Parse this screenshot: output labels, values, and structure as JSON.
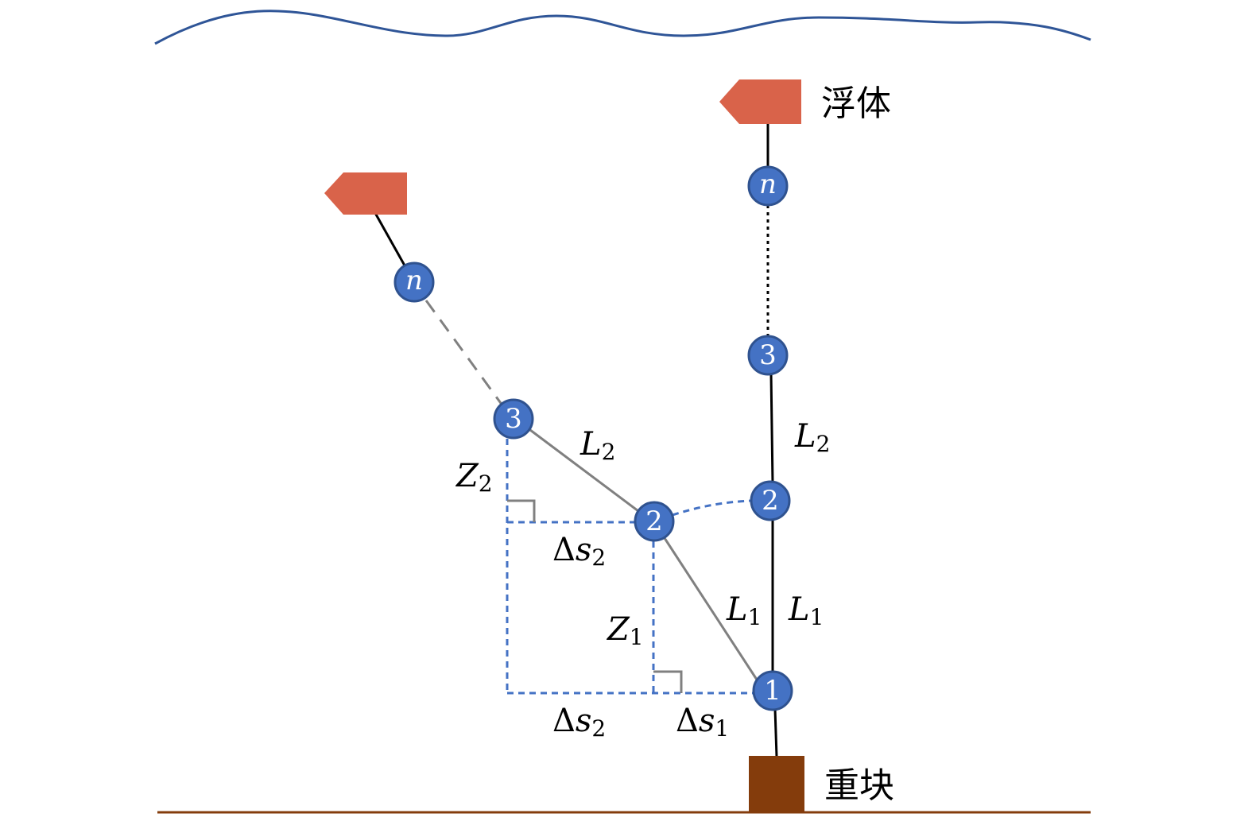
{
  "labels": {
    "float": "浮体",
    "weight": "重块"
  },
  "right_mooring": {
    "nodes": [
      "n",
      "3",
      "2",
      "1"
    ],
    "segments": [
      {
        "symbol": "L",
        "sub": "2"
      },
      {
        "symbol": "L",
        "sub": "1"
      }
    ]
  },
  "left_mooring": {
    "nodes": [
      "n",
      "3",
      "2"
    ],
    "segments": [
      {
        "symbol": "L",
        "sub": "2"
      },
      {
        "symbol": "L",
        "sub": "1"
      }
    ],
    "vertical": [
      {
        "symbol": "Z",
        "sub": "2"
      },
      {
        "symbol": "Z",
        "sub": "1"
      }
    ],
    "horizontal": [
      {
        "symbol": "Δ",
        "var": "s",
        "sub": "2"
      },
      {
        "symbol": "Δ",
        "var": "s",
        "sub": "2"
      },
      {
        "symbol": "Δ",
        "var": "s",
        "sub": "1"
      }
    ]
  },
  "colors": {
    "water": "#2F5597",
    "seabed": "#843C0C",
    "float": "#D9634A",
    "node": "#4472C4",
    "projection": "#4472C4",
    "inclined_line": "#808080"
  }
}
